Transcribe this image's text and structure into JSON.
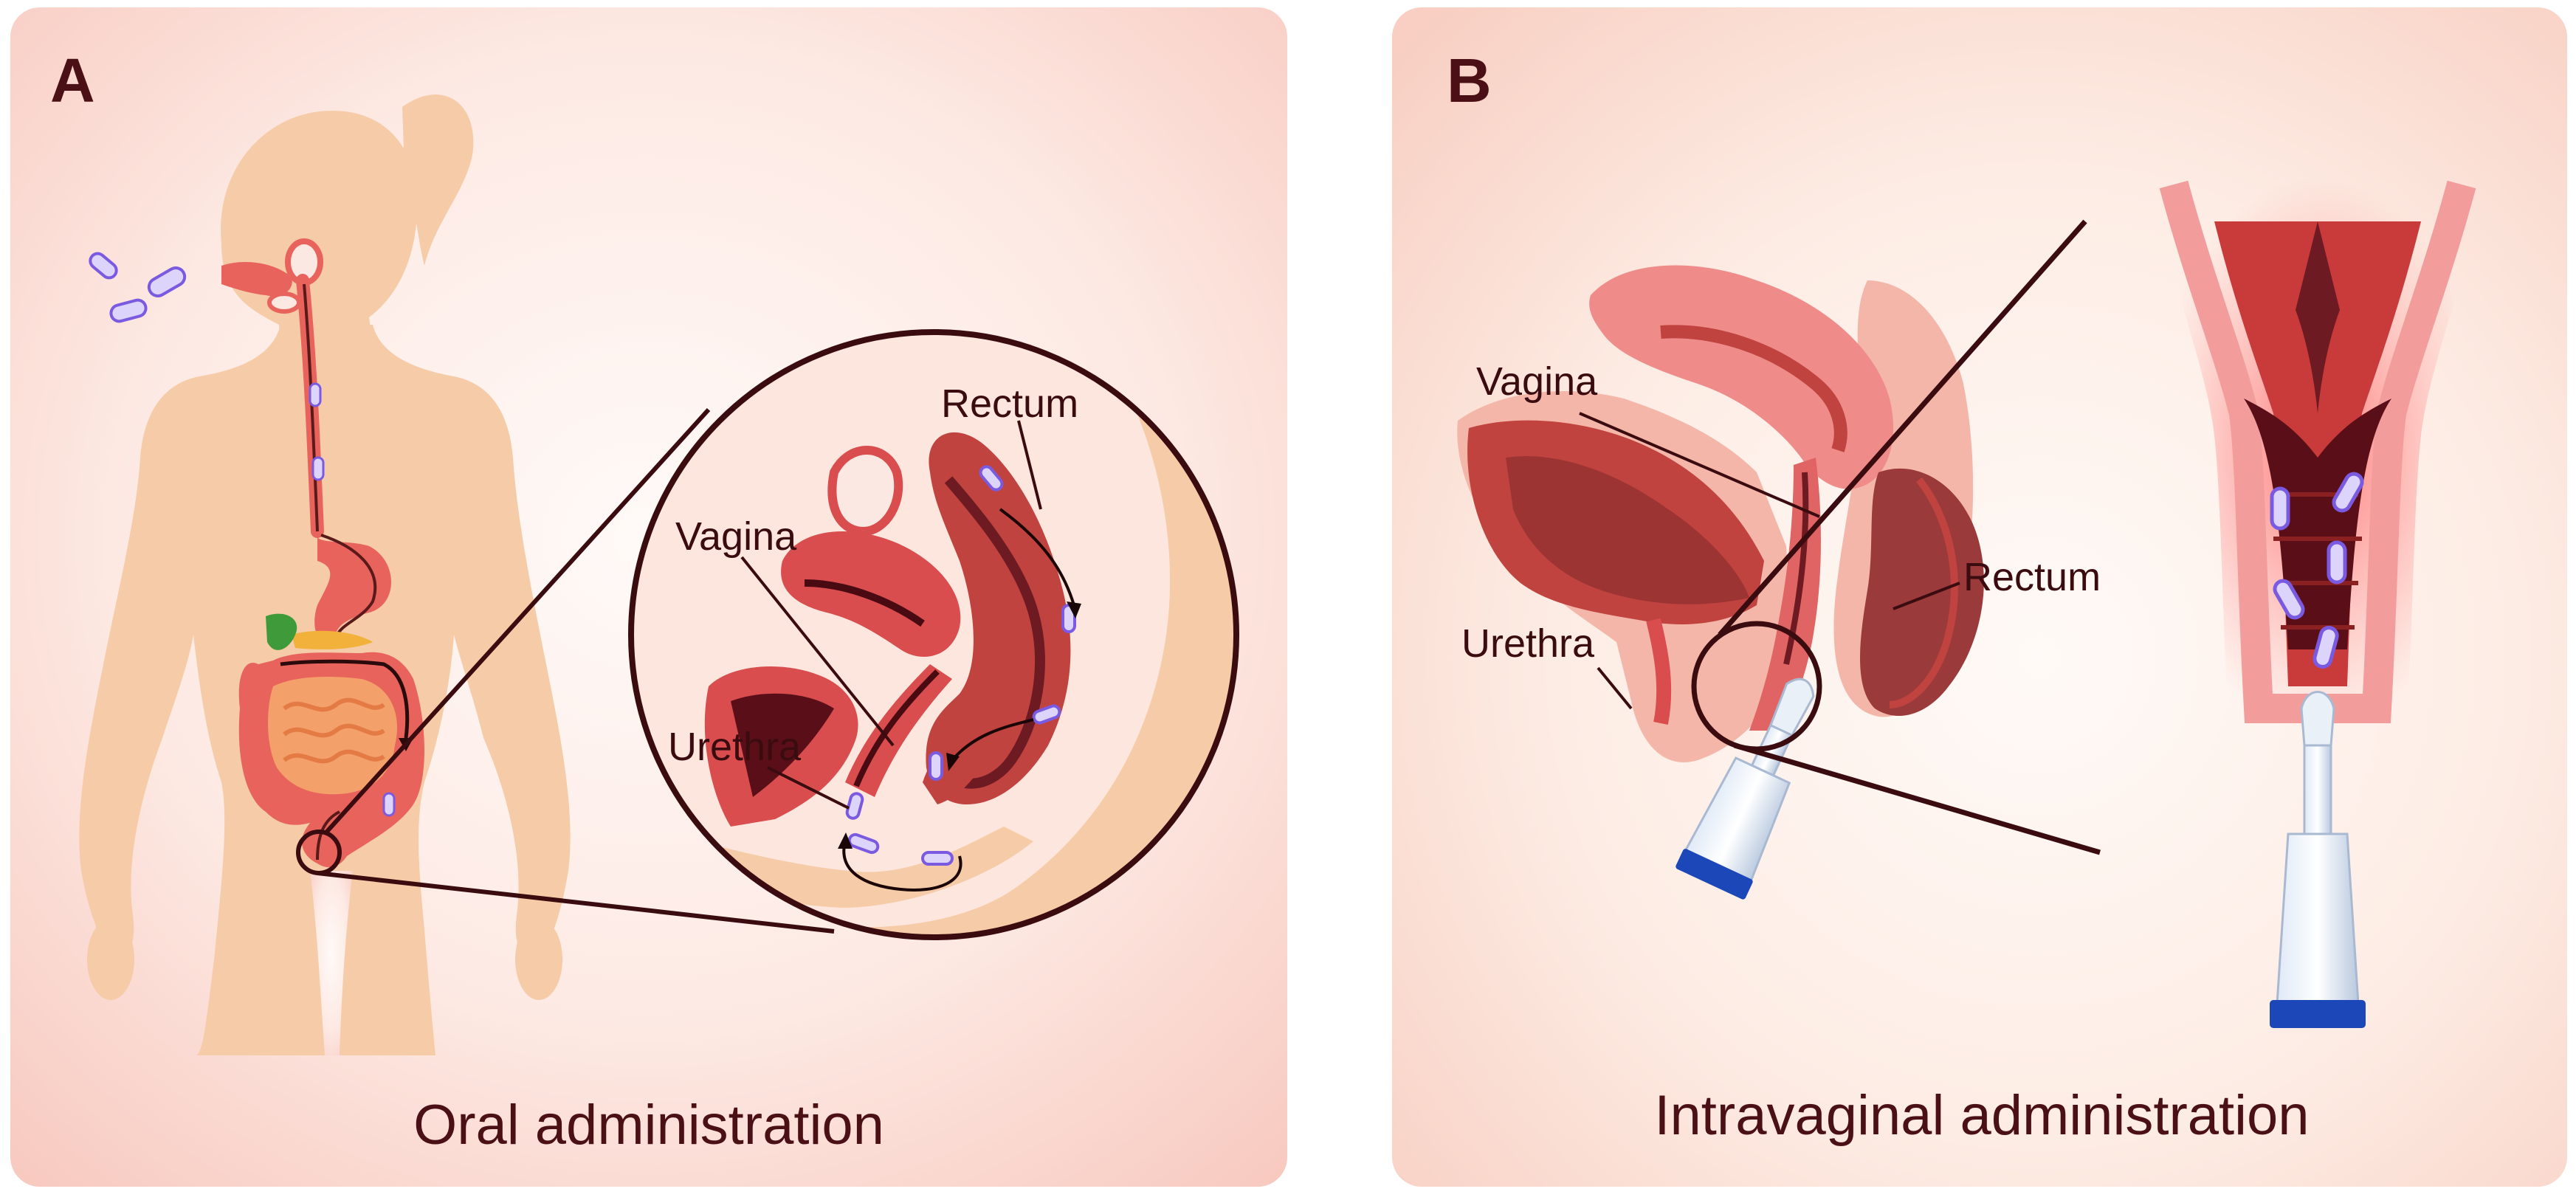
{
  "panels": [
    {
      "letter": "A",
      "caption": "Oral administration",
      "labels": {
        "rectum": "Rectum",
        "vagina": "Vagina",
        "urethra": "Urethra"
      }
    },
    {
      "letter": "B",
      "caption": "Intravaginal administration",
      "labels": {
        "vagina": "Vagina",
        "rectum": "Rectum",
        "urethra": "Urethra"
      }
    }
  ],
  "colors": {
    "panel_bg": "#fbe3dc",
    "body_silhouette": "#f6cba8",
    "tissue_red": "#d94d4f",
    "tissue_pink": "#ee9b97",
    "tissue_dark": "#6e1a22",
    "lumen_dark": "#5a0f18",
    "bacteria_fill": "#dcd4fb",
    "bacteria_stroke": "#7a5ae0",
    "applicator_blue": "#1b47b8",
    "outline": "#3a0c10"
  },
  "icons": [
    "bacteria-icon",
    "applicator-icon",
    "magnifier-circle"
  ]
}
